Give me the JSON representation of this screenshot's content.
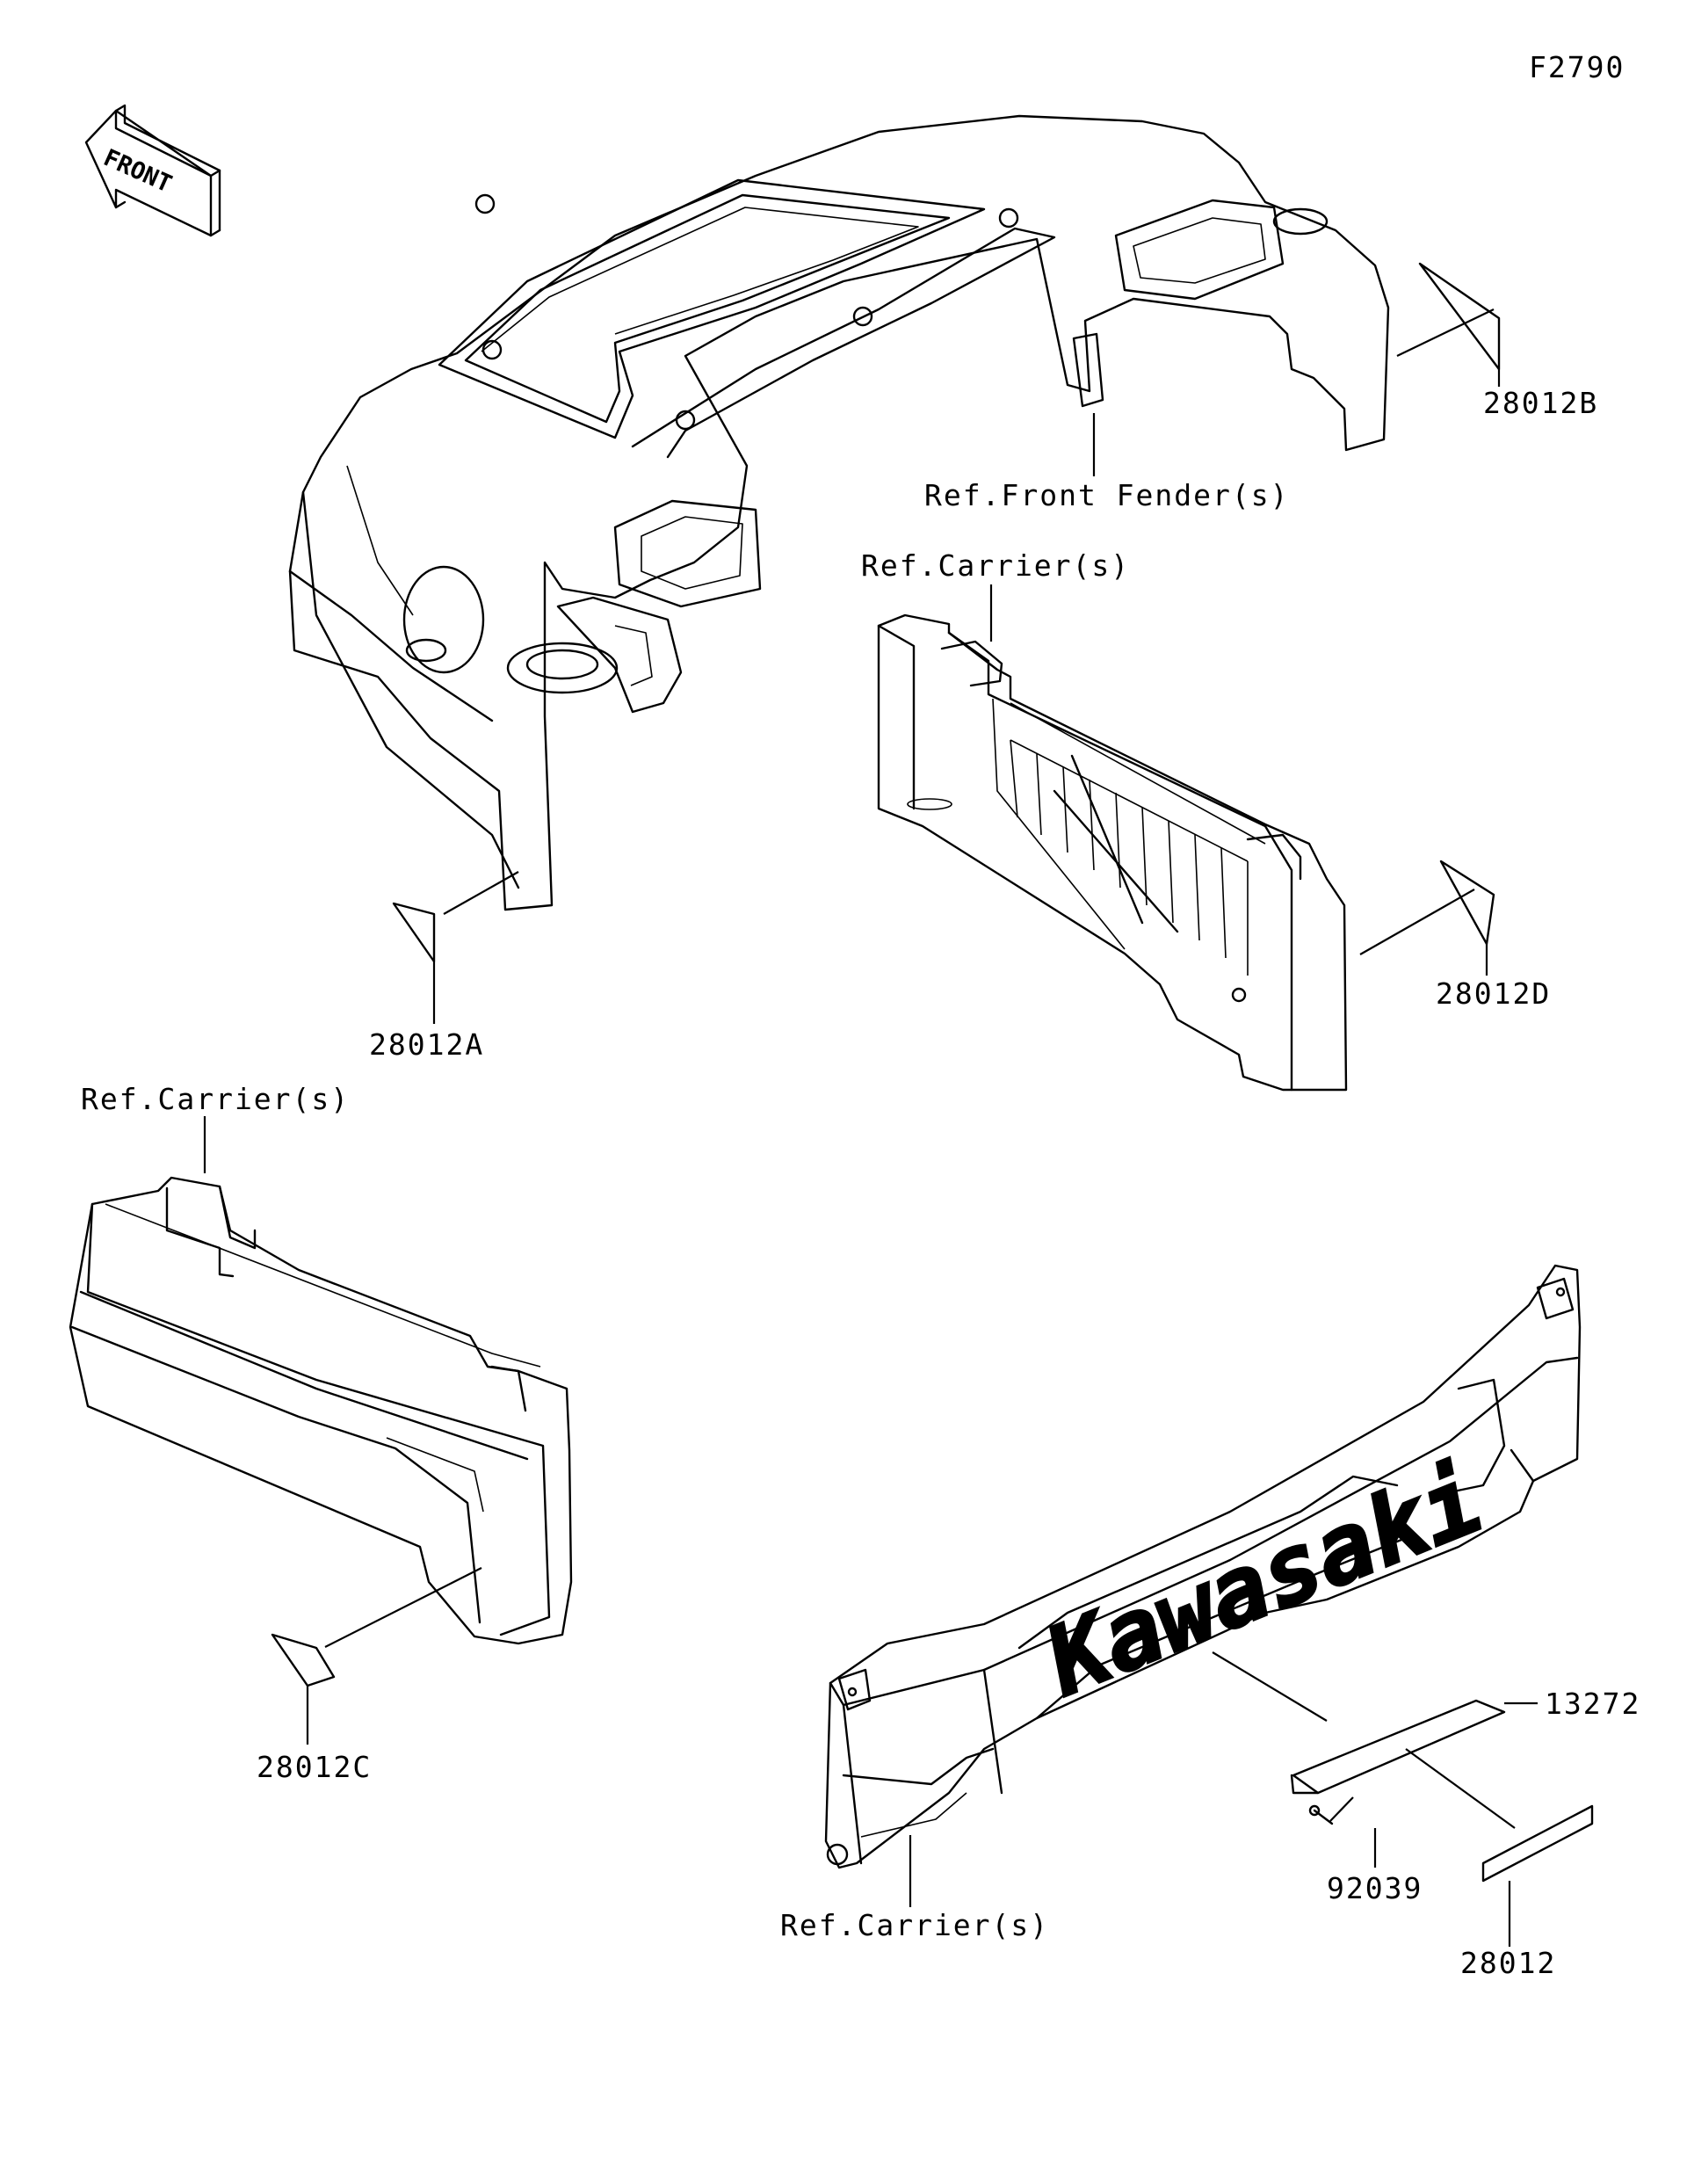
{
  "figure_id": "F2790",
  "front_label": "FRONT",
  "logo_text": "Kawasaki",
  "labels": {
    "l_28012B": "28012B",
    "l_front_fender": "Ref.Front Fender(s)",
    "l_carrier_top": "Ref.Carrier(s)",
    "l_28012A": "28012A",
    "l_28012D": "28012D",
    "l_carrier_left": "Ref.Carrier(s)",
    "l_28012C": "28012C",
    "l_13272": "13272",
    "l_92039": "92039",
    "l_28012": "28012",
    "l_carrier_bottom": "Ref.Carrier(s)"
  }
}
